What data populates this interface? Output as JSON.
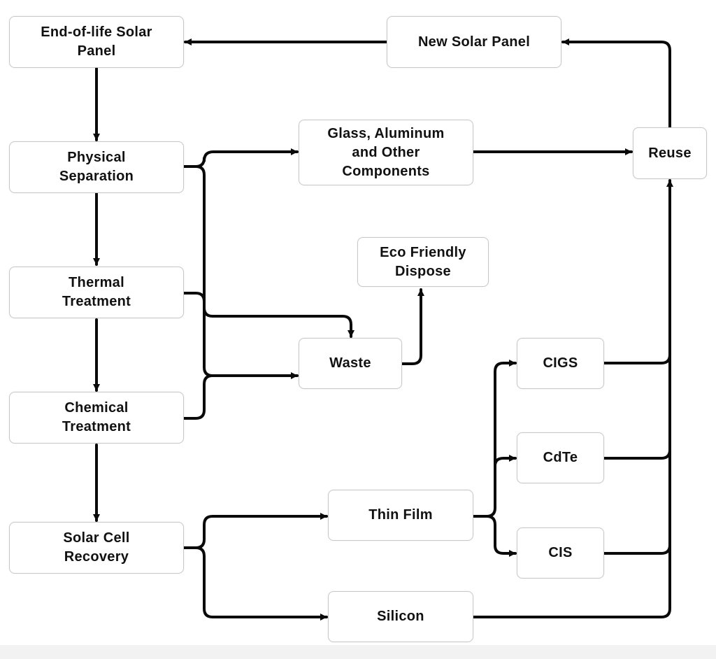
{
  "nodes": {
    "end_of_life": "End-of-life Solar\nPanel",
    "new_panel": "New Solar Panel",
    "physical": "Physical\nSeparation",
    "glass": "Glass, Aluminum\nand Other\nComponents",
    "reuse": "Reuse",
    "eco": "Eco Friendly\nDispose",
    "thermal": "Thermal\nTreatment",
    "waste": "Waste",
    "chemical": "Chemical\nTreatment",
    "cigs": "CIGS",
    "cdte": "CdTe",
    "cis": "CIS",
    "thin_film": "Thin Film",
    "solar_cell": "Solar Cell\nRecovery",
    "silicon": "Silicon"
  },
  "colors": {
    "line": "#0a0a0a",
    "box_border": "#c8c8c8",
    "text": "#111111"
  }
}
